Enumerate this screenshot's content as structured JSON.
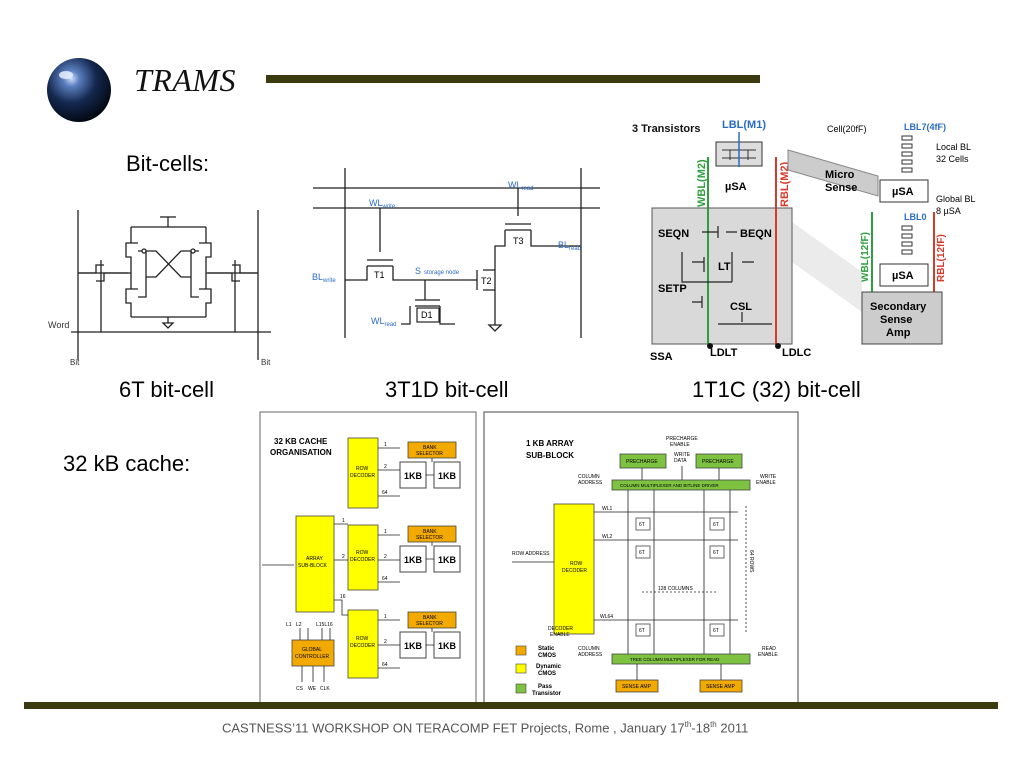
{
  "brand": {
    "name": "TRAMS"
  },
  "labels": {
    "bitcells": "Bit-cells:",
    "cell_6t": "6T bit-cell",
    "cell_3t1d": "3T1D bit-cell",
    "cell_1t1c": "1T1C (32) bit-cell",
    "cache": "32 kB cache:"
  },
  "footer": {
    "pre": "CASTNESS’11 WORKSHOP ON TERACOMP  FET Projects, Rome , January 17",
    "sup1": "th",
    "mid": "-18",
    "sup2": "th",
    "post": " 2011"
  },
  "sram6t": {
    "word": "Word",
    "bit_left": "Bit",
    "bit_right": "Bit"
  },
  "cell3t1d": {
    "wl_read": "WL",
    "wl_read_sub": "read",
    "wl_write": "WL",
    "wl_write_sub": "write",
    "bl_write": "BL",
    "bl_write_sub": "write",
    "bl_read": "BL",
    "bl_read_sub": "read",
    "s": "S",
    "s_sub": "storage node",
    "t1": "T1",
    "t2": "T2",
    "t3": "T3",
    "d1": "D1",
    "wl_read2": "WL",
    "wl_read2_sub": "read"
  },
  "cell1t1c": {
    "three_transistors": "3 Transistors",
    "lbl_m1": "LBL(M1)",
    "cell_20ff": "Cell(20fF)",
    "lbl7": "LBL7(4fF)",
    "local_bl": "Local BL",
    "cells32": "32 Cells",
    "micro_sense_1": "Micro",
    "micro_sense_2": "Sense",
    "usa": "µSA",
    "global_bl": "Global BL",
    "usa8": "8 µSA",
    "lbl0": "LBL0",
    "wbl_m2": "WBL(M2)",
    "rbl_m2": "RBL(M2)",
    "wbl_12ff": "WBL(12fF)",
    "rbl_12ff": "RBL(12fF)",
    "seqn": "SEQN",
    "beqn": "BEQN",
    "lt": "LT",
    "setp": "SETP",
    "csl": "CSL",
    "ssa": "SSA",
    "ldlt": "LDLT",
    "ldlc": "LDLC",
    "secondary_1": "Secondary",
    "secondary_2": "Sense",
    "secondary_3": "Amp"
  },
  "cache_org": {
    "title_1": "32 KB  CACHE",
    "title_2": "ORGANISATION",
    "bank_selector_1": "BANK",
    "bank_selector_2": "SELECTOR",
    "row_decoder_1": "ROW",
    "row_decoder_2": "DECODER",
    "kb": "1KB",
    "array_1": "ARRAY",
    "array_2": "SUB-BLOCK",
    "global_1": "GLOBAL",
    "global_2": "CONTROLLER",
    "n1": "1",
    "n2": "2",
    "n64": "64",
    "n16": "16",
    "l1": "L1",
    "l2": "L2",
    "l15l16": "L15L16",
    "cs": "CS",
    "we": "WE",
    "clk": "CLK"
  },
  "subblock": {
    "title_1": "1 KB ARRAY",
    "title_2": "SUB-BLOCK",
    "precharge_enable_1": "PRECHARGE",
    "precharge_enable_2": "ENABLE",
    "precharge": "PRECHARGE",
    "write_data_1": "WRITE",
    "write_data_2": "DATA",
    "column_address_1": "COLUMN",
    "column_address_2": "ADDRESS",
    "write_enable_1": "WRITE",
    "write_enable_2": "ENABLE",
    "col_mux_driver": "COLUMN MULTIPLEXER AND BITLINE DRIVER",
    "wl1": "WL1",
    "wl2": "WL2",
    "wl64": "WL64",
    "cell_6t": "6T",
    "row_address": "ROW ADDRESS",
    "row_decoder_1": "ROW",
    "row_decoder_2": "DECODER",
    "columns_128": "128 COLUMNS",
    "rows_64": "64 ROWS",
    "decoder_enable_1": "DECODER",
    "decoder_enable_2": "ENABLE",
    "read_enable_1": "READ",
    "read_enable_2": "ENABLE",
    "tree_mux": "TREE COLUMN MULTIPLEXER FOR READ",
    "sense_amp": "SENSE AMP",
    "legend_static_1": "Static",
    "legend_static_2": "CMOS",
    "legend_dynamic_1": "Dynamic",
    "legend_dynamic_2": "CMOS",
    "legend_pass_1": "Pass",
    "legend_pass_2": "Transistor"
  },
  "colors": {
    "bar": "#3a3a0e",
    "static_cmos": "#f2a900",
    "dynamic_cmos": "#ffff00",
    "pass_transistor": "#7ec242",
    "wbl_green": "#2e9e3e",
    "rbl_red": "#d53a2a",
    "lbl_blue": "#2a6cc4"
  }
}
